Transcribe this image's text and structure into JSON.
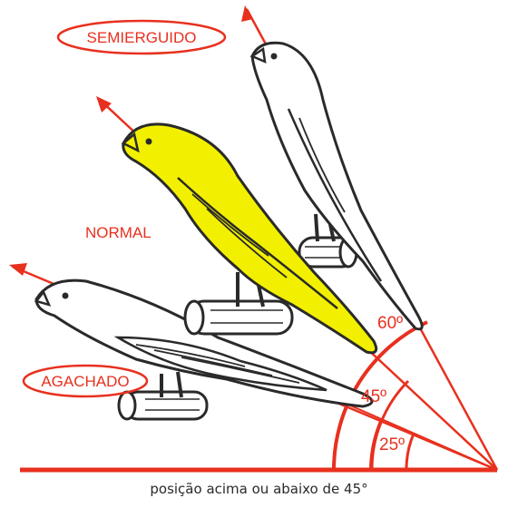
{
  "labels": {
    "semierguido": "SEMIERGUIDO",
    "normal": "NORMAL",
    "agachado": "AGACHADO"
  },
  "angles": {
    "a60": "60º",
    "a45": "45º",
    "a25": "25º"
  },
  "caption": "posição acima ou abaixo de 45°",
  "colors": {
    "accent_red": "#e8301e",
    "canary_yellow": "#f2f000",
    "outline": "#2a2a2a",
    "perch": "#ffffff"
  }
}
